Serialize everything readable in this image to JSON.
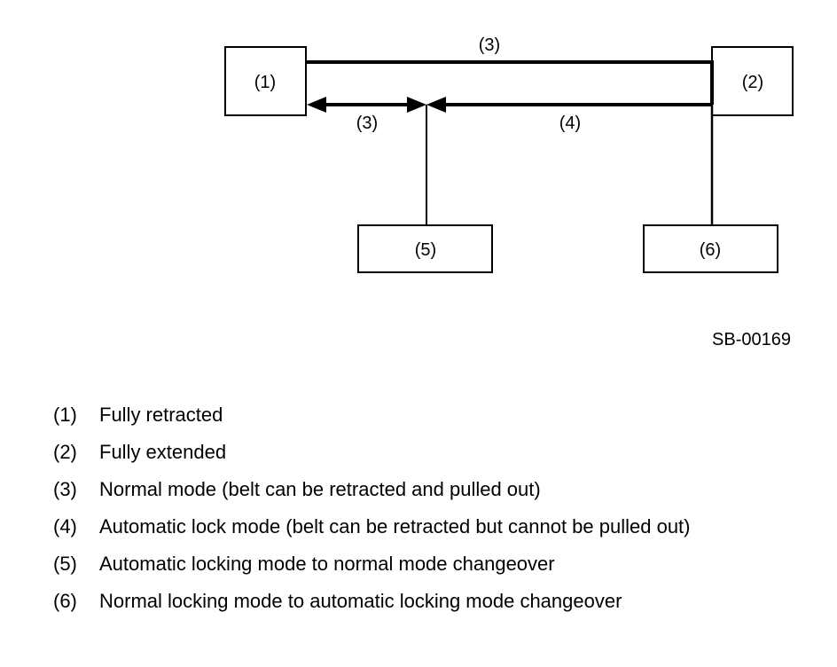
{
  "diagram": {
    "boxes": [
      {
        "id": "1",
        "label": "(1)"
      },
      {
        "id": "2",
        "label": "(2)"
      },
      {
        "id": "5",
        "label": "(5)"
      },
      {
        "id": "6",
        "label": "(6)"
      }
    ],
    "arrow_labels": {
      "top_normal": "(3)",
      "bottom_normal": "(3)",
      "automatic_lock": "(4)"
    },
    "figure_code": "SB-00169"
  },
  "legend": [
    {
      "num": "(1)",
      "text": "Fully retracted"
    },
    {
      "num": "(2)",
      "text": "Fully extended"
    },
    {
      "num": "(3)",
      "text": "Normal mode (belt can be retracted and pulled out)"
    },
    {
      "num": "(4)",
      "text": "Automatic lock mode (belt can be retracted but cannot be pulled out)"
    },
    {
      "num": "(5)",
      "text": "Automatic locking mode to normal mode changeover"
    },
    {
      "num": "(6)",
      "text": "Normal locking mode to automatic locking mode changeover"
    }
  ]
}
